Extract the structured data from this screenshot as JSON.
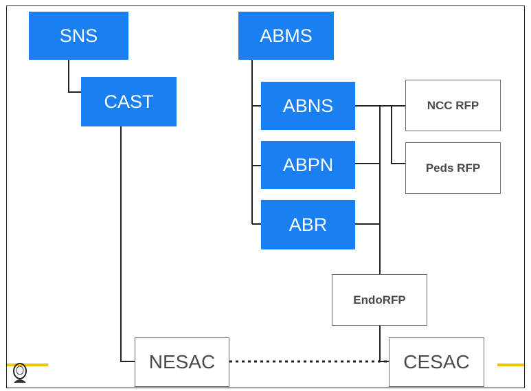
{
  "nodes": {
    "sns": "SNS",
    "abms": "ABMS",
    "cast": "CAST",
    "abns": "ABNS",
    "abpn": "ABPN",
    "abr": "ABR",
    "ncc_rfp": "NCC RFP",
    "peds_rfp": "Peds RFP",
    "endo_rfp": "EndoRFP",
    "nesac": "NESAC",
    "cesac": "CESAC"
  },
  "colors": {
    "primary_box": "#1a7ff0",
    "outline_box": "#6b6b6b",
    "connector": "#222222",
    "footer_accent": "#f2c100"
  },
  "icons": {
    "footer_logo": "person-portrait-icon"
  }
}
